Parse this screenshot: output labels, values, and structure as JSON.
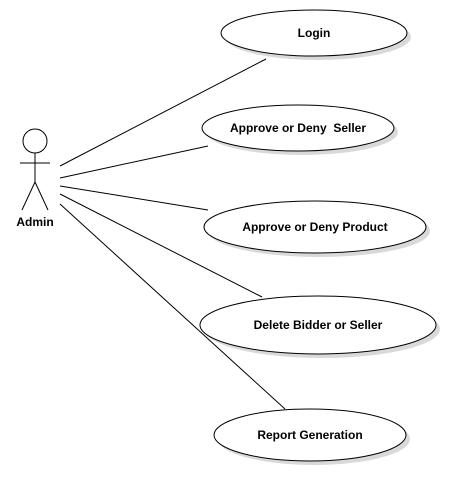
{
  "actor": {
    "label": "Admin"
  },
  "use_cases": [
    {
      "label": "Login"
    },
    {
      "label": "Approve or Deny  Seller"
    },
    {
      "label": "Approve or Deny Product"
    },
    {
      "label": "Delete Bidder or Seller"
    },
    {
      "label": "Report Generation"
    }
  ],
  "colors": {
    "stroke": "#000000",
    "fill": "#ffffff",
    "shadow": "#d9d9d9"
  }
}
